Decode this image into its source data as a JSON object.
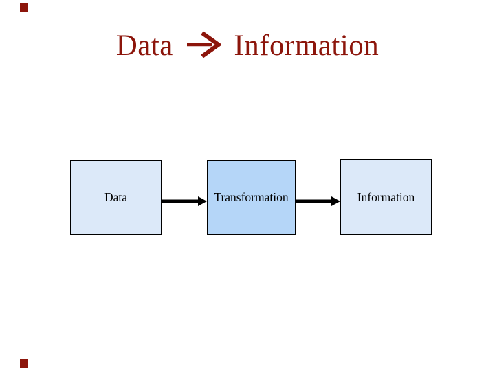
{
  "slide": {
    "title": {
      "full_text": "Data → Information",
      "prefix": "Data",
      "suffix": "Information",
      "color": "#8C150B"
    },
    "decoration": {
      "corner_square_color": "#8C150B"
    },
    "diagram": {
      "boxes": [
        {
          "id": "data",
          "label": "Data",
          "fill": "#DCE9F9"
        },
        {
          "id": "transformation",
          "label": "Transformation",
          "fill": "#B5D6F8"
        },
        {
          "id": "information",
          "label": "Information",
          "fill": "#DCE9F9"
        }
      ],
      "border_color": "#000000",
      "arrow_color": "#000000"
    }
  }
}
